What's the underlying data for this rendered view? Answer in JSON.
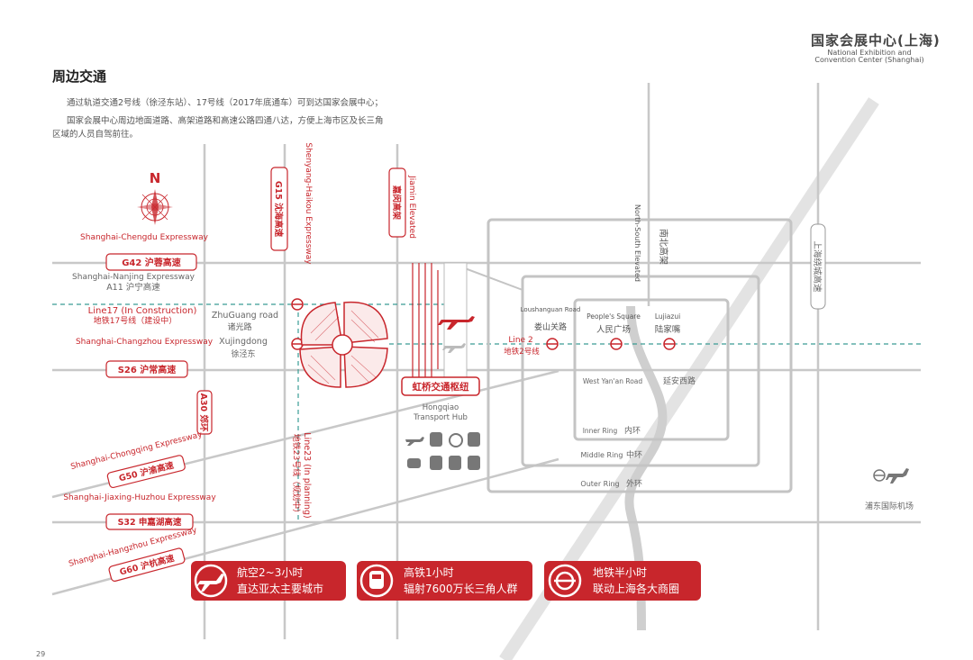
{
  "header": {
    "logo_cn": "国家会展中心(上海)",
    "logo_en_1": "National Exhibition and",
    "logo_en_2": "Convention Center (Shanghai)",
    "page_title": "周边交通",
    "intro_1": "通过轨道交通2号线（徐泾东站）、17号线（2017年底通车）可到达国家会展中心；",
    "intro_2": "国家会展中心周边地面道路、高架道路和高速公路四通八达，方便上海市区及长三角",
    "intro_3": "区域的人员自驾前往。"
  },
  "compass": {
    "letter": "N"
  },
  "roads": {
    "g42_en": "Shanghai-Chengdu Expressway",
    "g42_label": "G42 沪蓉高速",
    "a11_en": "Shanghai-Nanjing Expressway",
    "a11_label": "A11 沪宁高速",
    "line17_en": "Line17 (In Construction)",
    "line17_cn": "地铁17号线（建设中）",
    "s26_en": "Shanghai-Changzhou Expressway",
    "s26_label": "S26 沪常高速",
    "a30_label": "A30 郊环",
    "g50_en": "Shanghai-Chongqing Expressway",
    "g50_label": "G50 沪渝高速",
    "s32_en": "Shanghai-Jiaxing-Huzhou Expressway",
    "s32_label": "S32 申嘉湖高速",
    "g60_en": "Shanghai-Hangzhou Expressway",
    "g60_label": "G60 沪杭高速",
    "g15_label": "G15 沈海高速",
    "g15_en": "Shenyang-Haikou Expressway",
    "jiamin_cn": "嘉闵高架",
    "jiamin_en": "Jiamin Elevated",
    "line23_en": "Line23 (In planning)",
    "line23_cn": "地铁23号线（规划中）",
    "north_south_en": "North-South Elevated",
    "north_south_cn": "南北高架",
    "outer_cn": "上海绕城高速",
    "zhuguang_en": "ZhuGuang road",
    "zhuguang_cn": "诸光路",
    "xujingdong_en": "Xujingdong",
    "xujingdong_cn": "徐泾东"
  },
  "city": {
    "loushanguan_en": "Loushanguan Road",
    "loushanguan_cn": "娄山关路",
    "peoples_sq_en": "People's Square",
    "peoples_sq_cn": "人民广场",
    "lujiazui_en": "Lujiazui",
    "lujiazui_cn": "陆家嘴",
    "line2_en": "Line 2",
    "line2_cn": "地铁2号线",
    "yanan_en": "West Yan'an Road",
    "yanan_cn": "延安西路",
    "inner_en": "Inner Ring",
    "inner_cn": "内环",
    "middle_en": "Middle Ring",
    "middle_cn": "中环",
    "outer_en": "Outer Ring",
    "outer_cn": "外环"
  },
  "hub": {
    "cn": "虹桥交通枢纽",
    "en_1": "Hongqiao",
    "en_2": "Transport Hub"
  },
  "pudong": {
    "cn": "浦东国际机场"
  },
  "banners": [
    {
      "line1": "航空2~3小时",
      "line2": "直达亚太主要城市",
      "icon": "airplane-icon"
    },
    {
      "line1": "高铁1小时",
      "line2": "辐射7600万长三角人群",
      "icon": "train-icon"
    },
    {
      "line1": "地铁半小时",
      "line2": "联动上海各大商圈",
      "icon": "metro-icon"
    }
  ],
  "page_number": "29",
  "colors": {
    "brand_red": "#c8262c",
    "road_gray": "#bdbdbd",
    "metro_teal": "#2a8f8a"
  }
}
